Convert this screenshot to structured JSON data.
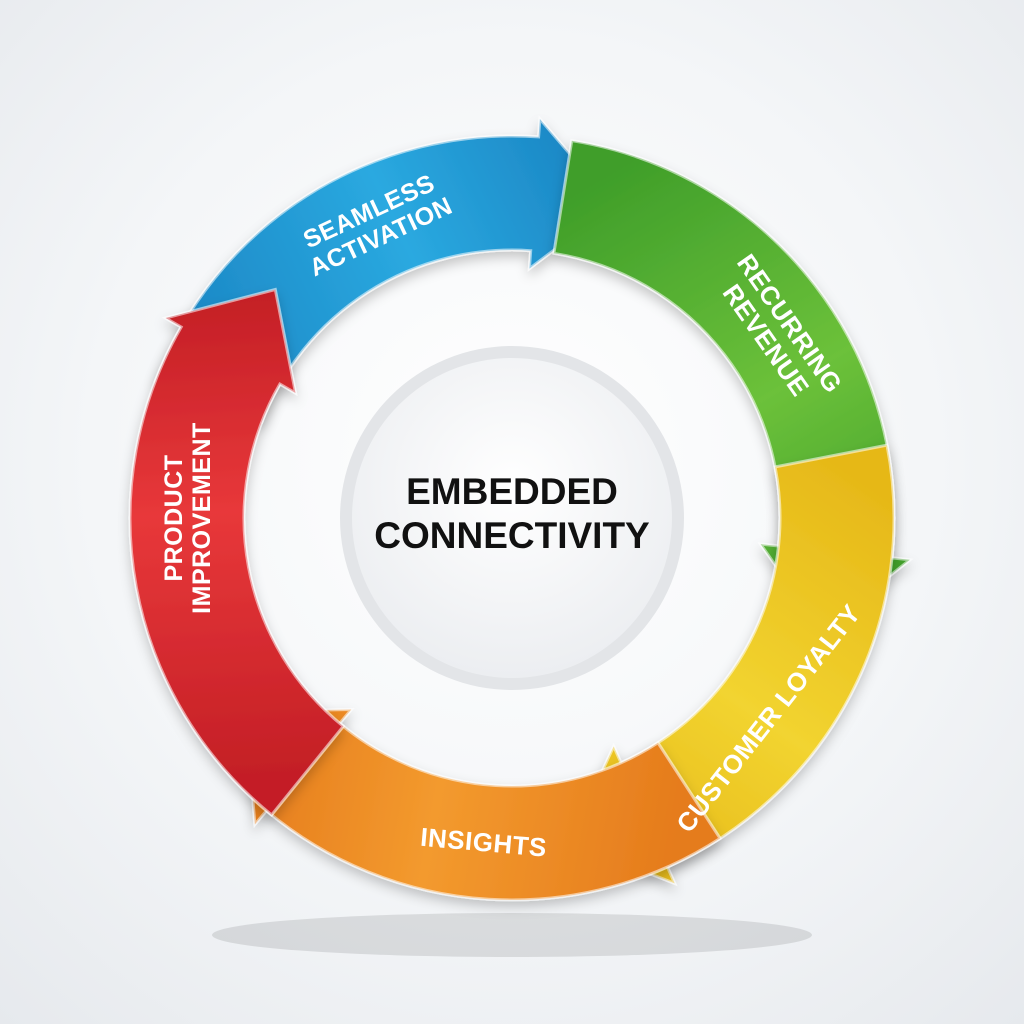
{
  "center": {
    "lines": [
      "EMBEDDED",
      "CONNECTIVITY"
    ]
  },
  "segments": [
    {
      "id": "seamless-activation",
      "lines": [
        "SEAMLESS",
        "ACTIVATION"
      ],
      "color": "#2aa9e0",
      "color_dark": "#1b86c4"
    },
    {
      "id": "recurring-revenue",
      "lines": [
        "RECURRING",
        "REVENUE"
      ],
      "color": "#6cc13a",
      "color_dark": "#3f9e2a"
    },
    {
      "id": "customer-loyalty",
      "lines": [
        "CUSTOMER LOYALTY"
      ],
      "color": "#f2d430",
      "color_dark": "#e6b818"
    },
    {
      "id": "insights",
      "lines": [
        "INSIGHTS"
      ],
      "color": "#f39a2e",
      "color_dark": "#e57b1c"
    },
    {
      "id": "product-improvement",
      "lines": [
        "PRODUCT",
        "IMPROVEMENT"
      ],
      "color": "#e8383a",
      "color_dark": "#c41f26"
    }
  ]
}
